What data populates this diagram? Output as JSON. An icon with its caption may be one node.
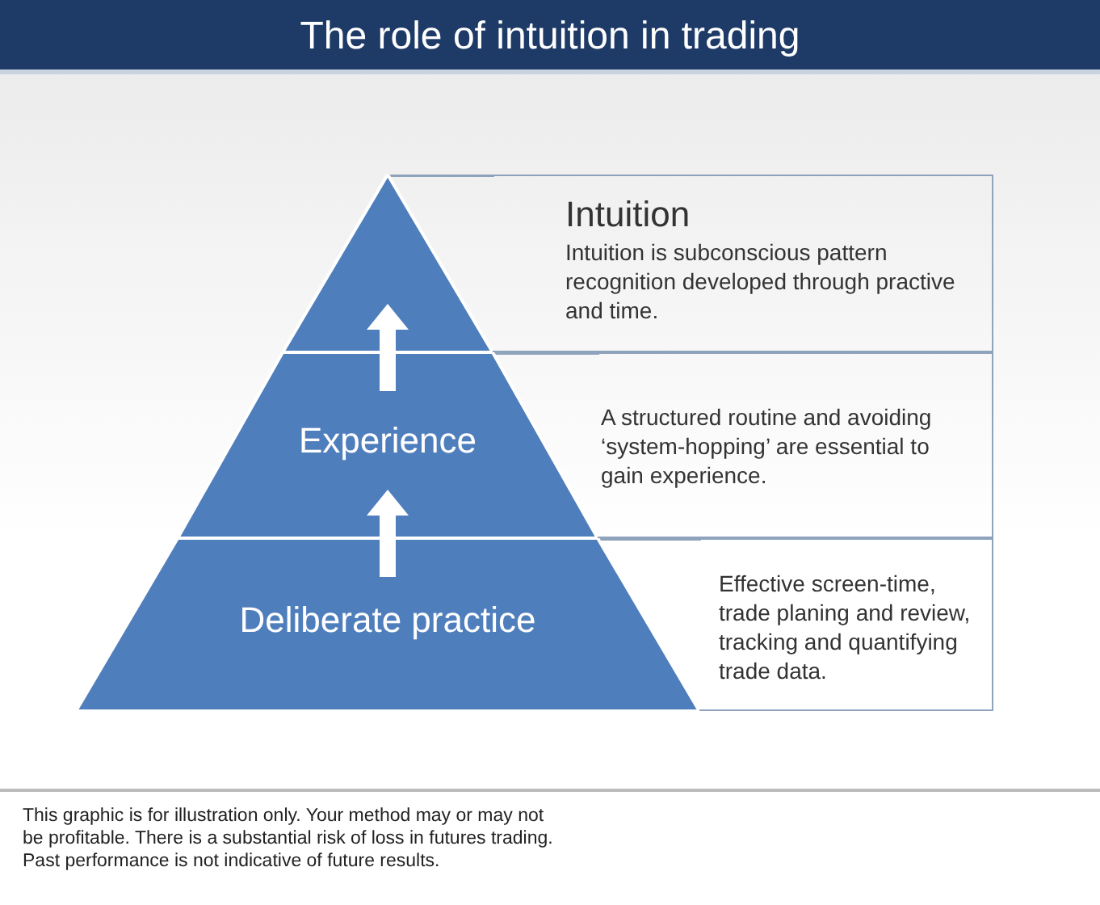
{
  "diagram": {
    "title": "The role of intuition in trading",
    "nodes": [
      {
        "text": [],
        "shape": "triangle"
      },
      {
        "text": [
          "Experience"
        ]
      },
      {
        "text": [
          "Deliberate practice"
        ]
      },
      {
        "text": [
          "Intuition",
          "Intuition is subconscious pattern recognition developed through practive and time."
        ]
      },
      {
        "text": [
          "A structured routine and avoiding ‘system-hopping’ are essential to gain experience."
        ]
      },
      {
        "text": [
          "Effective screen-time, trade planing and review, tracking and quantifying trade data."
        ]
      }
    ],
    "edges": [
      {
        "from": 1,
        "to": 0,
        "arrow": "to"
      },
      {
        "from": 2,
        "to": 1,
        "arrow": "to"
      }
    ],
    "labels": [
      "This graphic is for illustration only.  Your method may or may not be profitable. There is a substantial risk of loss in futures trading. Past performance is not indicative of future results."
    ]
  }
}
